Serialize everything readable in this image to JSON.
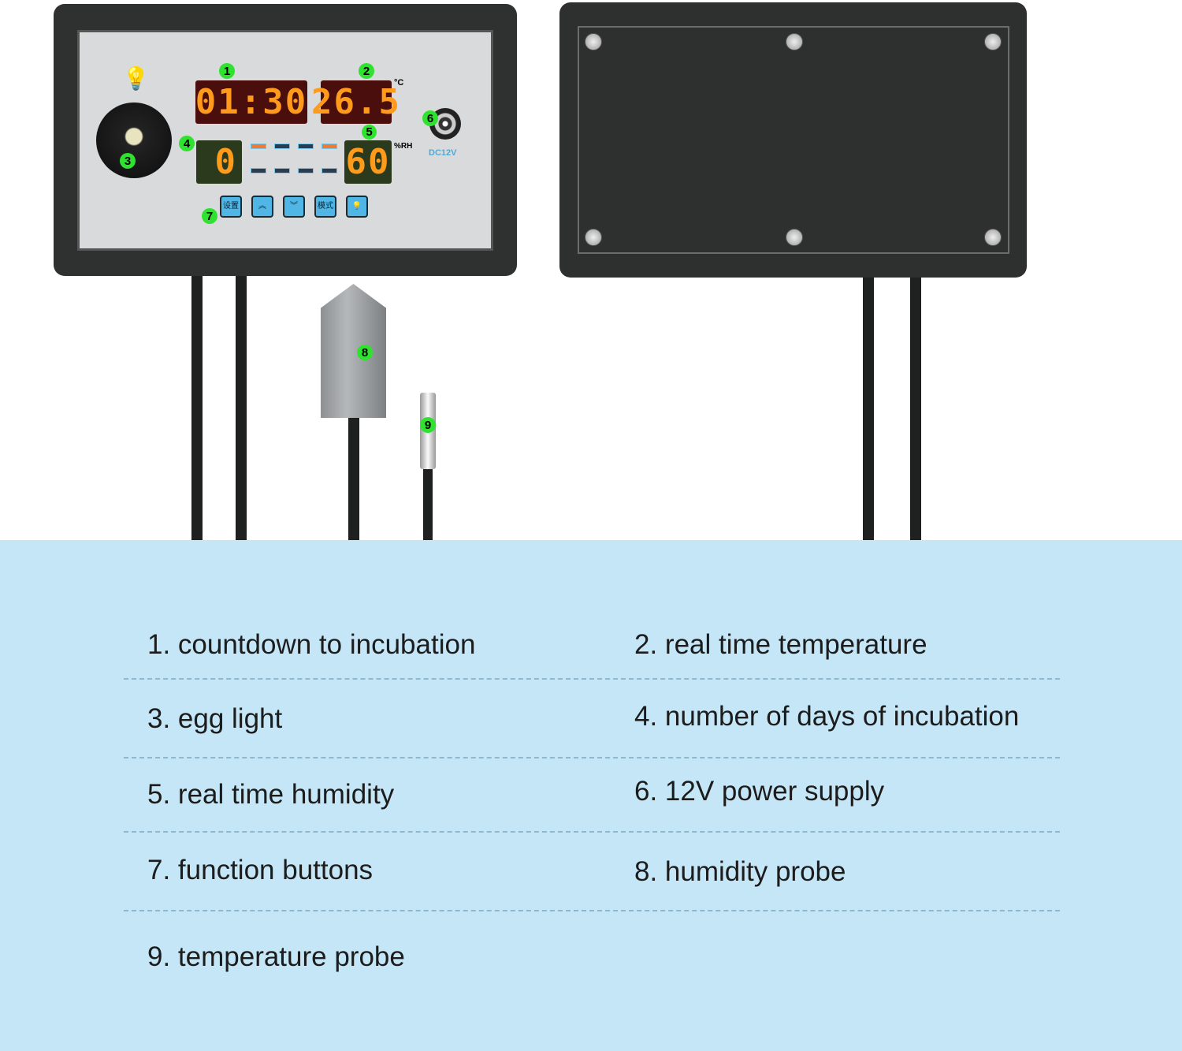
{
  "device": {
    "time_display": "01:30",
    "temperature_display": "26.5",
    "temperature_unit": "°C",
    "days_display": "0",
    "humidity_display": "60",
    "humidity_unit": "%RH",
    "power_label": "DC12V",
    "buttons": [
      "设置",
      "︽",
      "︾",
      "模式",
      "💡"
    ],
    "badges": [
      "1",
      "2",
      "3",
      "4",
      "5",
      "6",
      "7",
      "8",
      "9"
    ]
  },
  "legend": {
    "items": [
      "1. countdown to incubation",
      "2. real time temperature",
      "3. egg light",
      "4. number of days of incubation",
      "5. real time humidity",
      "6. 12V power supply",
      "7. function buttons",
      "8. humidity probe",
      "9. temperature probe"
    ]
  },
  "colors": {
    "legend_bg": "#c4e6f6",
    "badge": "#2fe22f",
    "display_digits": "#ff9a1a"
  }
}
